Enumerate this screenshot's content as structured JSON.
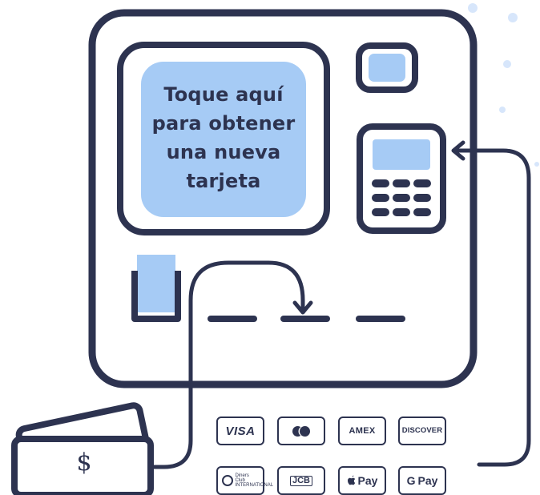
{
  "screen": {
    "lines": [
      "Toque aquí",
      "para obtener",
      "una nueva",
      "tarjeta"
    ]
  },
  "cash": {
    "symbol": "$"
  },
  "payment_methods": {
    "visa": "VISA",
    "mastercard": "mastercard",
    "amex": "AMEX",
    "discover": "DISCOVER",
    "diners": "Diners Club INTERNATIONAL",
    "jcb": "JCB",
    "apple_pay": "Pay",
    "google_pay": "Pay"
  },
  "colors": {
    "outline": "#2d3350",
    "light_blue": "#a6cbf5",
    "dots": "#d7e6fb"
  }
}
